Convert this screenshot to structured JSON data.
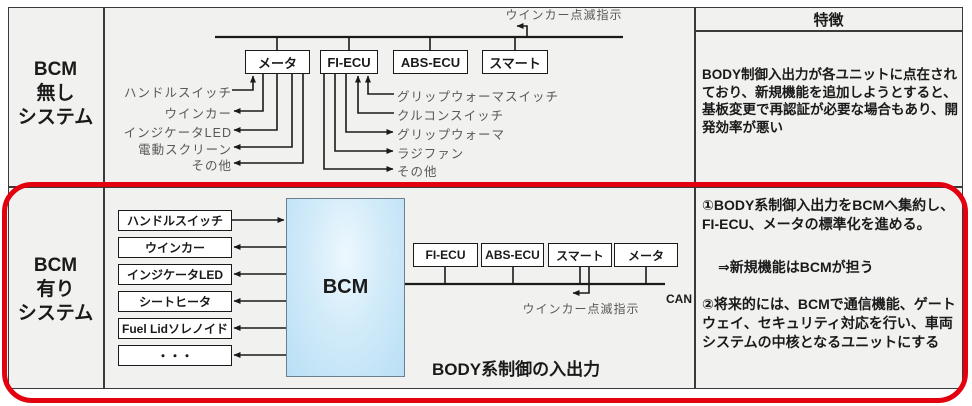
{
  "colors": {
    "red_frame": "#e3000f",
    "bcm_fill": "#bfe2f6",
    "gray_label": "#595959",
    "table_bg": "#f1f1ef"
  },
  "left_column": {
    "row1": [
      "BCM",
      "無し",
      "システム"
    ],
    "row2": [
      "BCM",
      "有り",
      "システム"
    ]
  },
  "features": {
    "header": "特徴",
    "without_bcm": "BODY制御入出力が各ユニットに点在されており、新規機能を追加しようとすると、基板変更で再認証が必要な場合もあり、開発効率が悪い",
    "with_bcm_1": "①BODY系制御入出力をBCMへ集約し、FI-ECU、メータの標準化を進める。",
    "with_bcm_1_sub": "⇒新規機能はBCMが担う",
    "with_bcm_2": "②将来的には、BCMで通信機能、ゲートウェイ、セキュリティ対応を行い、車両システムの中核となるユニットにする"
  },
  "top_diagram": {
    "blinker_note": "ウインカー点滅指示",
    "units": [
      "メータ",
      "FI-ECU",
      "ABS-ECU",
      "スマート"
    ],
    "meter_input": "ハンドルスイッチ",
    "meter_outputs": [
      "ウインカー",
      "インジケータLED",
      "電動スクリーン",
      "その他"
    ],
    "fiecu_inputs": [
      "グリップウォーマスイッチ",
      "クルコンスイッチ"
    ],
    "fiecu_outputs": [
      "グリップウォーマ",
      "ラジファン",
      "その他"
    ]
  },
  "bottom_diagram": {
    "io_boxes": [
      "ハンドルスイッチ",
      "ウインカー",
      "インジケータLED",
      "シートヒータ",
      "Fuel Lidソレノイド",
      "・・・"
    ],
    "bcm_label": "BCM",
    "units": [
      "FI-ECU",
      "ABS-ECU",
      "スマート",
      "メータ"
    ],
    "can_label": "CAN",
    "blinker_note": "ウインカー点滅指示",
    "caption": "BODY系制御の入出力"
  }
}
